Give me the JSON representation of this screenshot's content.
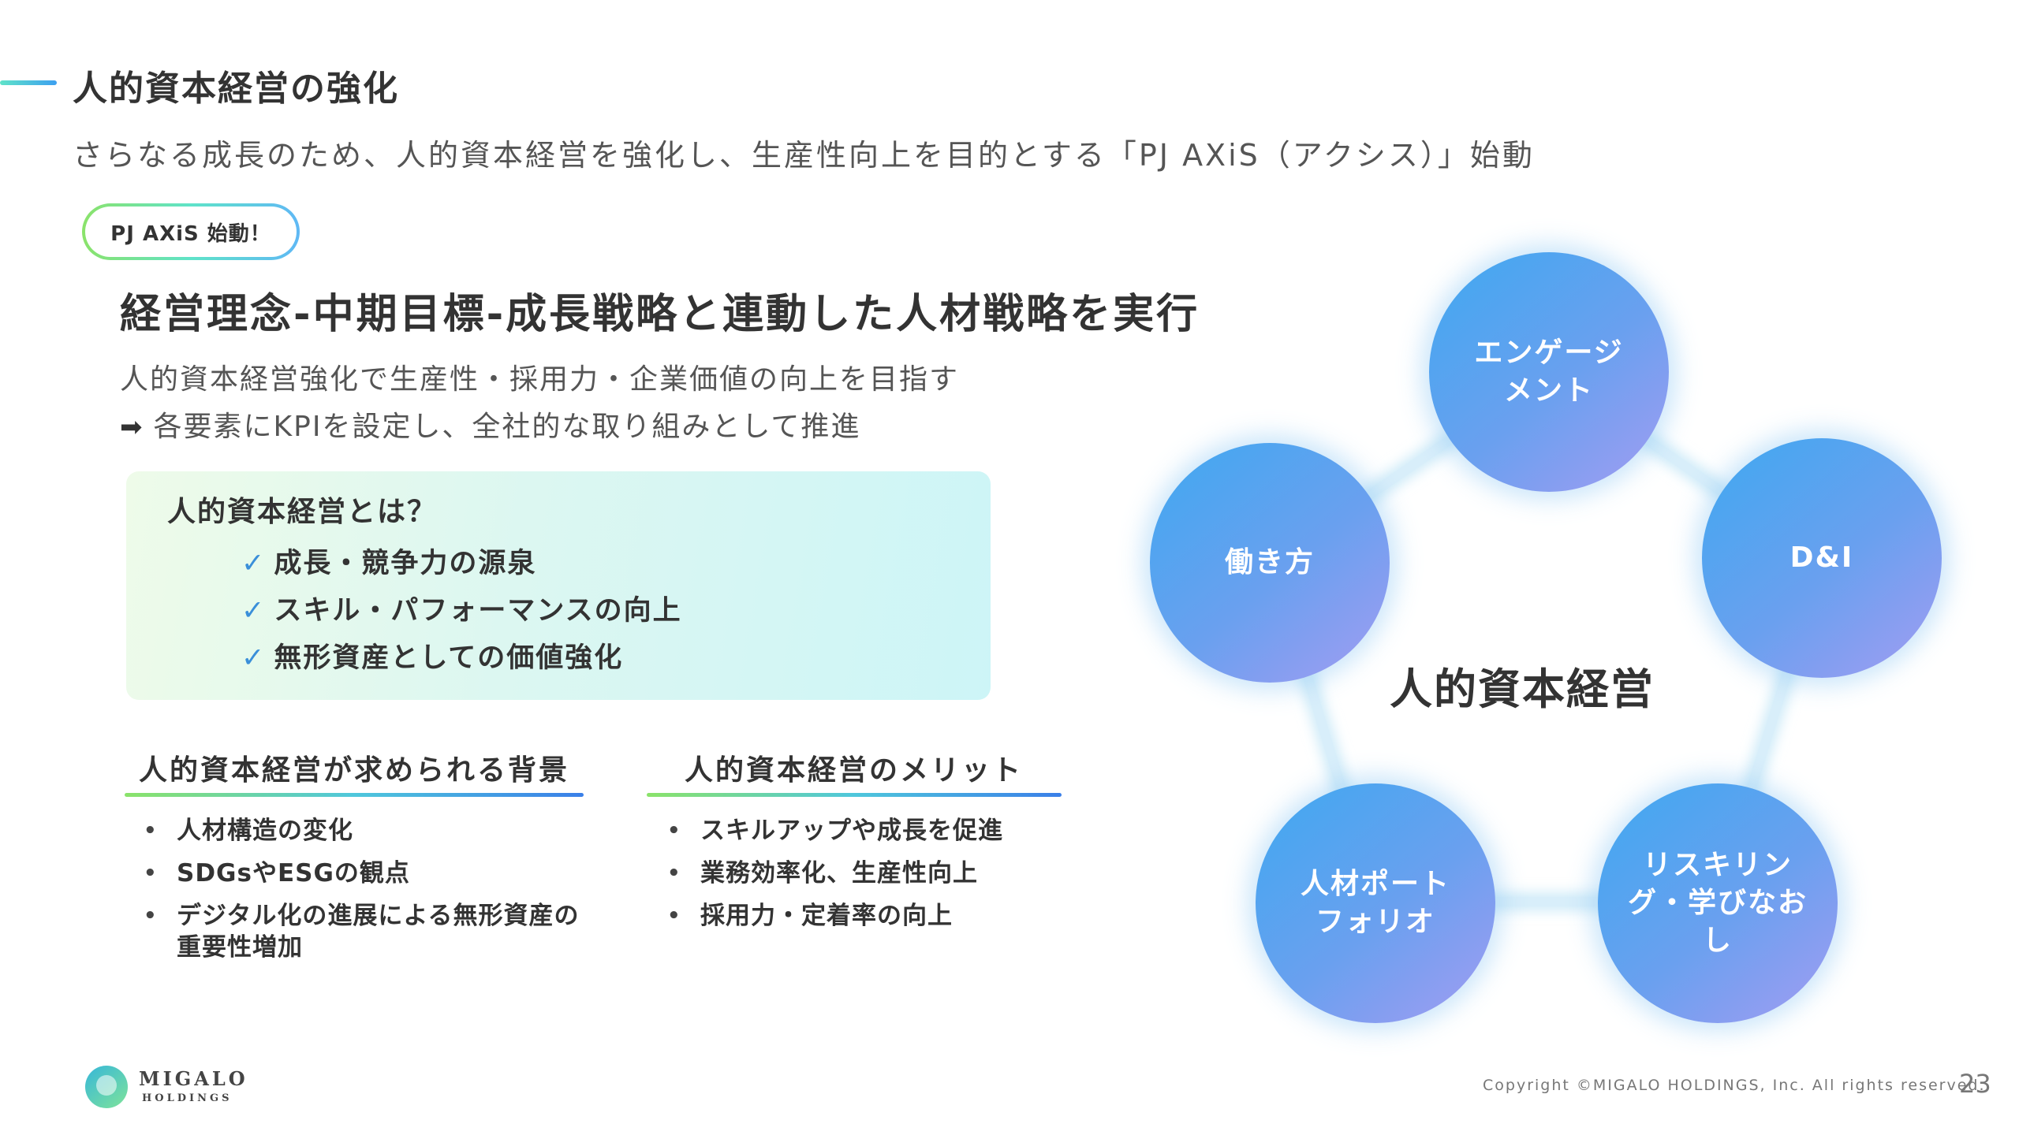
{
  "header": {
    "title": "人的資本経営の強化",
    "subtitle": "さらなる成長のため、人的資本経営を強化し、生産性向上を目的とする「PJ AXiS（アクシス）」始動"
  },
  "badge": {
    "label": "PJ AXiS 始動！"
  },
  "strategy": {
    "heading": "経営理念-中期目標-成長戦略と連動した人材戦略を実行",
    "desc_line1": "人的資本経営強化で生産性・採用力・企業価値の向上を目指す",
    "desc_arrow": "➡",
    "desc_line2": "各要素にKPIを設定し、全社的な取り組みとして推進"
  },
  "what_box": {
    "title": "人的資本経営とは？",
    "check": "✓",
    "items": [
      "成長・競争力の源泉",
      "スキル・パフォーマンスの向上",
      "無形資産としての価値強化"
    ]
  },
  "background": {
    "heading": "人的資本経営が求められる背景",
    "bullet": "•",
    "items": [
      "人材構造の変化",
      "SDGsやESGの観点",
      "デジタル化の進展による無形資産の重要性増加"
    ]
  },
  "merits": {
    "heading": "人的資本経営のメリット",
    "bullet": "•",
    "items": [
      "スキルアップや成長を促進",
      "業務効率化、生産性向上",
      "採用力・定着率の向上"
    ]
  },
  "diagram": {
    "center": "人的資本経営",
    "nodes": {
      "engagement": "エンゲージメント",
      "di": "D&I",
      "reskilling": "リスキリング・学びなおし",
      "portfolio": "人材ポートフォリオ",
      "workstyle": "働き方"
    }
  },
  "footer": {
    "logo_name": "MIGALO",
    "logo_sub": "HOLDINGS",
    "copyright": "Copyright ©MIGALO HOLDINGS, Inc. All rights reserved.",
    "page_number": "23"
  }
}
